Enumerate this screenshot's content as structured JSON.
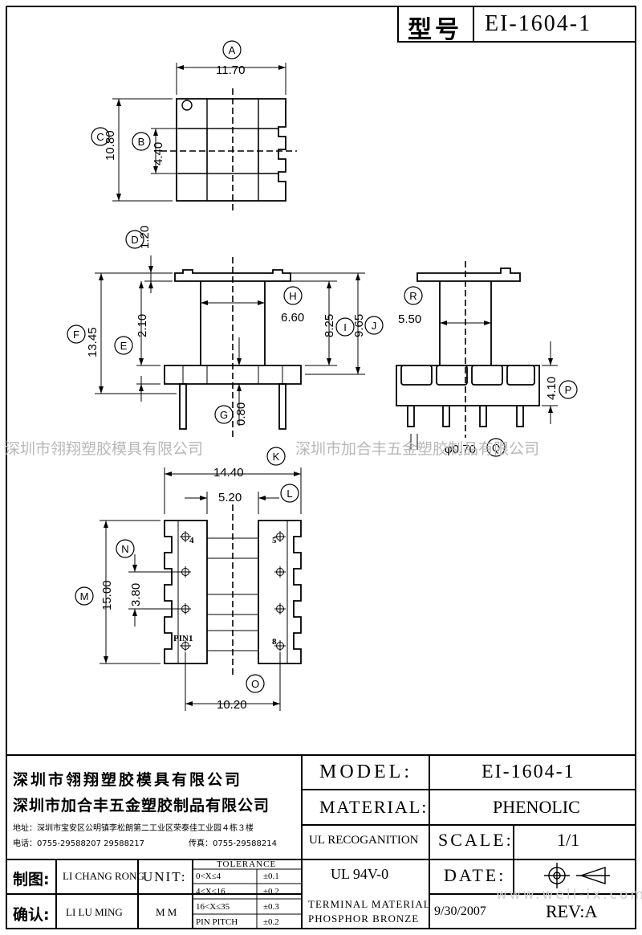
{
  "header": {
    "type_label": "型号",
    "model": "EI-1604-1"
  },
  "dims": {
    "A": "11.70",
    "B": "4.40",
    "C": "10.80",
    "D": "1.20",
    "E": "2.10",
    "F": "13.45",
    "G": "0.80",
    "H": "6.60",
    "I": "8.25",
    "J": "9.65",
    "K": "14.40",
    "L": "5.20",
    "M": "15.00",
    "N": "3.80",
    "O": "10.20",
    "P": "4.10",
    "Q": "φ0.70",
    "R": "5.50"
  },
  "pins": {
    "p4": "4",
    "p5": "5",
    "p8": "8",
    "pin1": "PIN1"
  },
  "watermark": {
    "left": "深圳市翎翔塑胶模具有限公司",
    "right": "深圳市加合丰五金塑胶制品有限公司",
    "site": "www.well-ix.com"
  },
  "titleblock": {
    "company1": "深圳市翎翔塑胶模具有限公司",
    "company2": "深圳市加合丰五金塑胶制品有限公司",
    "address": "地址：深圳市宝安区公明镇李松朗第二工业区荣泰佳工业园４栋３楼",
    "phone": "电话：0755-29588207 29588217",
    "fax": "传真：0755-29588214",
    "model_label": "MODEL:",
    "model_value": "EI-1604-1",
    "material_label": "MATERIAL:",
    "material_value": "PHENOLIC",
    "ul_label": "UL RECOGANITION",
    "ul_value": "UL 94V-0",
    "scale_label": "SCALE:",
    "scale_value": "1/1",
    "date_label": "DATE:",
    "date_value": "9/30/2007",
    "rev_label": "REV:A",
    "terminal1": "TERMINAL MATERIAL",
    "terminal2": "PHOSPHOR  BRONZE",
    "drawn_label": "制图:",
    "drawn_value": "LI CHANG RONG",
    "checked_label": "确认:",
    "checked_value": "LI LU MING",
    "unit_label": "UNIT:",
    "unit_value": "M M",
    "tolerance_title": "TOLERANCE",
    "tol_rows": [
      {
        "range": "0<X≤4",
        "value": "±0.1"
      },
      {
        "range": "4<X≤16",
        "value": "±0.2"
      },
      {
        "range": "16<X≤35",
        "value": "±0.3"
      },
      {
        "range": "PIN PITCH",
        "value": "±0.2"
      }
    ]
  }
}
